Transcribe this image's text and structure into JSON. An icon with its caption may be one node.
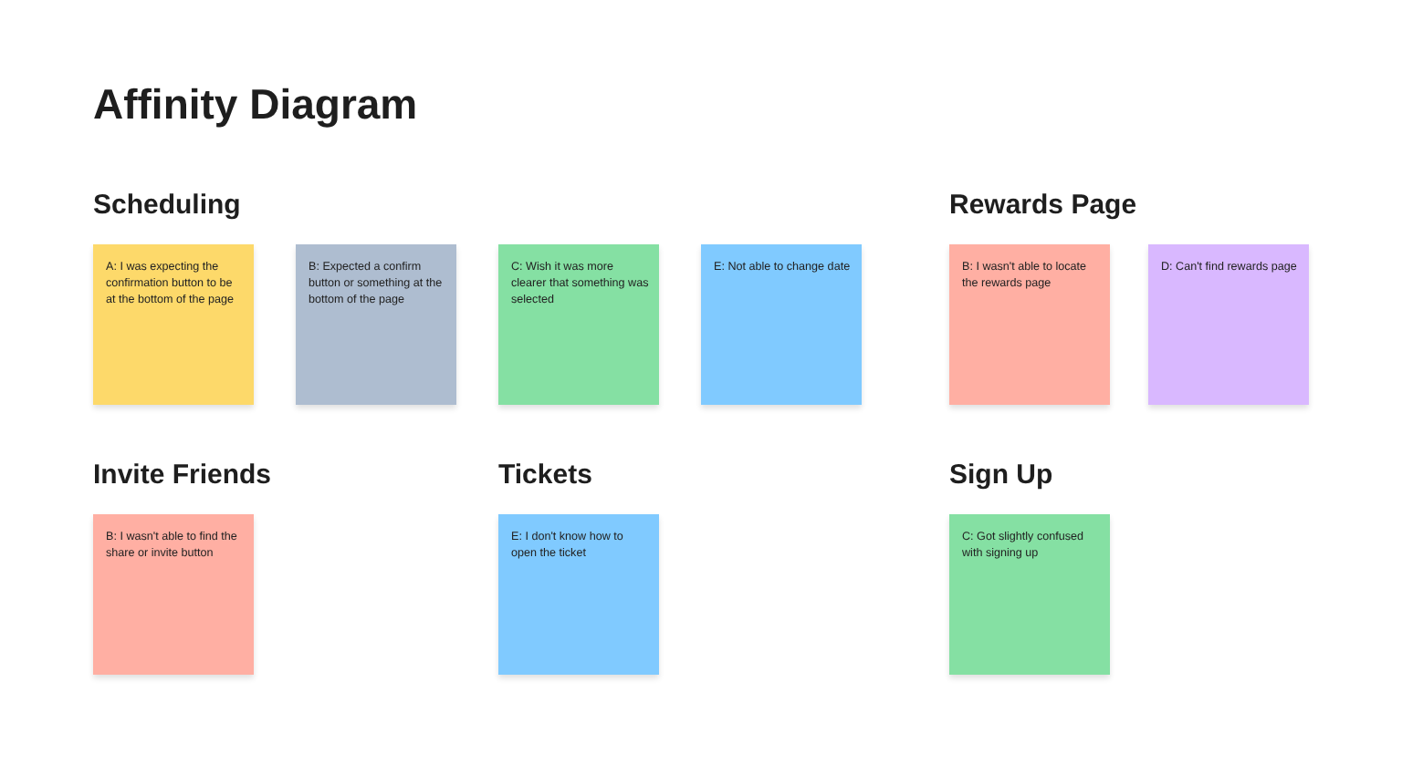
{
  "diagram": {
    "title": "Affinity Diagram",
    "nodes": [
      {
        "text": [
          "Scheduling"
        ]
      },
      {
        "text": [
          "A: I was expecting the confirmation button to be at the bottom of the page"
        ],
        "in": 0
      },
      {
        "text": [
          "B: Expected a confirm button or something at the bottom of the page"
        ],
        "in": 0
      },
      {
        "text": [
          "C: Wish it was more clearer that something was selected"
        ],
        "in": 0
      },
      {
        "text": [
          "E: Not able to change date"
        ],
        "in": 0
      },
      {
        "text": [
          "Rewards Page"
        ]
      },
      {
        "text": [
          "B: I wasn't able to locate the rewards page"
        ],
        "in": 5
      },
      {
        "text": [
          "D: Can't find rewards page"
        ],
        "in": 5
      },
      {
        "text": [
          "Invite Friends"
        ]
      },
      {
        "text": [
          "B: I wasn't able to find the share or invite button"
        ],
        "in": 8
      },
      {
        "text": [
          "Tickets"
        ]
      },
      {
        "text": [
          "E: I don't know how to open the ticket"
        ],
        "in": 10
      },
      {
        "text": [
          "Sign Up"
        ]
      },
      {
        "text": [
          "C: Got slightly confused with signing up"
        ],
        "in": 12
      }
    ],
    "edges": []
  }
}
